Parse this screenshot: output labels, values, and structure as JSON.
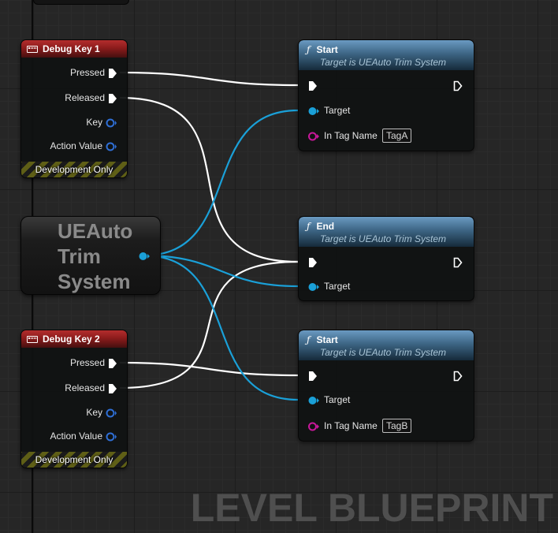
{
  "debug_key_1": {
    "title": "Debug Key 1",
    "pins": {
      "pressed": "Pressed",
      "released": "Released",
      "key": "Key",
      "action_value": "Action Value"
    },
    "footer": "Development Only"
  },
  "debug_key_2": {
    "title": "Debug Key 2",
    "pins": {
      "pressed": "Pressed",
      "released": "Released",
      "key": "Key",
      "action_value": "Action Value"
    },
    "footer": "Development Only"
  },
  "variable_node": {
    "lines": [
      "UEAuto",
      "Trim",
      "System"
    ]
  },
  "start_node_a": {
    "title": "Start",
    "subtitle": "Target is UEAuto Trim System",
    "target_label": "Target",
    "tag_label": "In Tag Name",
    "tag_value": "TagA"
  },
  "end_node": {
    "title": "End",
    "subtitle": "Target is UEAuto Trim System",
    "target_label": "Target"
  },
  "start_node_b": {
    "title": "Start",
    "subtitle": "Target is UEAuto Trim System",
    "target_label": "Target",
    "tag_label": "In Tag Name",
    "tag_value": "TagB"
  },
  "function_icon": "ƒ",
  "watermark": "LEVEL BLUEPRINT",
  "colors": {
    "exec_wire": "#ffffff",
    "object_wire": "#1aa0d8",
    "name_pin": "#c8189a",
    "key_pin": "#2f6fd6",
    "event_header": "#a82222",
    "function_header": "#4f7ea3"
  }
}
